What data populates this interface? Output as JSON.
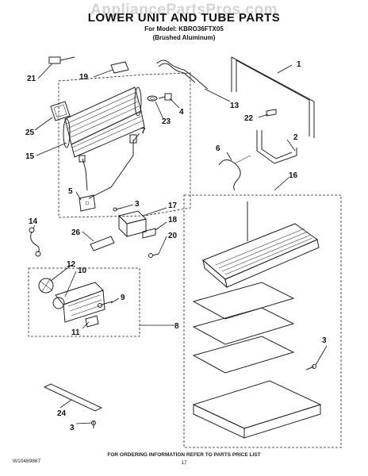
{
  "watermark": "AppliancePartsPros.com",
  "title": "LOWER UNIT AND TUBE PARTS",
  "model_line": "For Model: KBRO36FTX05",
  "finish_line": "(Brushed Aluminum)",
  "footer": {
    "doc_number": "W10489867",
    "ordering_note": "FOR ORDERING INFORMATION REFER TO PARTS PRICE LIST",
    "page_number": "17"
  },
  "callouts": {
    "c1": "1",
    "c2": "2",
    "c3a": "3",
    "c3b": "3",
    "c3c": "3",
    "c4": "4",
    "c5": "5",
    "c6": "6",
    "c7": "7",
    "c8": "8",
    "c9": "9",
    "c10": "10",
    "c11": "11",
    "c12": "12",
    "c13": "13",
    "c14": "14",
    "c15": "15",
    "c16": "16",
    "c17": "17",
    "c18": "18",
    "c19": "19",
    "c20": "20",
    "c21": "21",
    "c22": "22",
    "c23": "23",
    "c24": "24",
    "c25": "25",
    "c26": "26"
  }
}
